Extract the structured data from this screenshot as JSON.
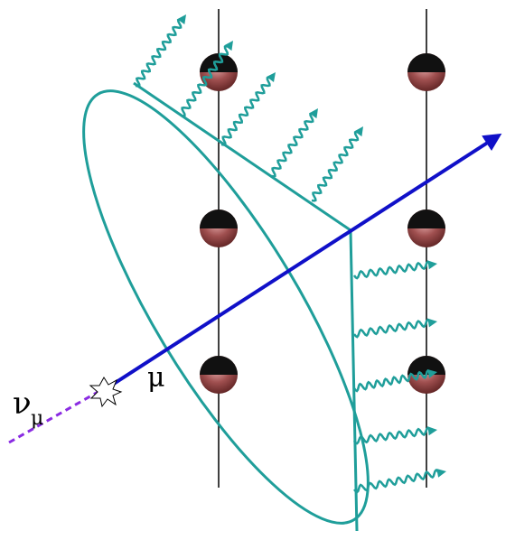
{
  "labels": {
    "neutrino": "ν",
    "neutrino_sub": "μ",
    "muon": "μ"
  },
  "colors": {
    "cherenkov": "#1f9e9a",
    "muon_track": "#1010c8",
    "neutrino_track": "#8a2be2",
    "string": "#000000",
    "om_top": "#111111",
    "om_bottom": "#a05050"
  },
  "icons": {
    "interaction": "starburst-icon",
    "optical_module": "sphere-icon",
    "photon": "wavy-arrow-icon"
  }
}
